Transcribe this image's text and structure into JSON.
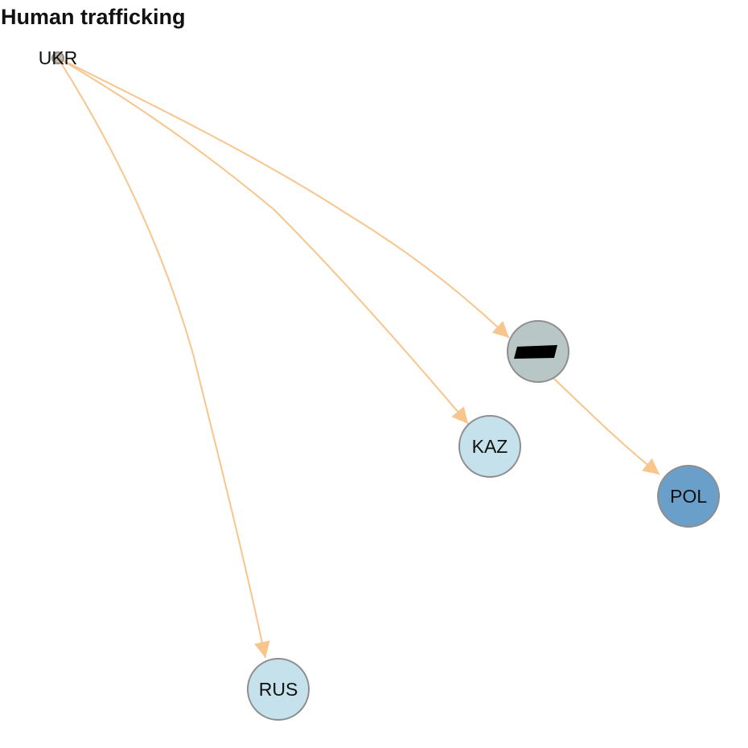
{
  "title": "Human trafficking",
  "colors": {
    "edge": "#F8C58C",
    "node_stroke": "#8E8E8E",
    "node_light": "#C4E1EC",
    "node_dark": "#6A9FC9",
    "node_grey": "#B8C6C5",
    "node_origin": "#C8B8A8",
    "redaction": "#000000"
  },
  "nodes": [
    {
      "id": "UKR",
      "label": "UKR",
      "color": "node_origin"
    },
    {
      "id": "RED",
      "label": "",
      "color": "node_grey",
      "redacted": true
    },
    {
      "id": "KAZ",
      "label": "KAZ",
      "color": "node_light"
    },
    {
      "id": "POL",
      "label": "POL",
      "color": "node_dark"
    },
    {
      "id": "RUS",
      "label": "RUS",
      "color": "node_light"
    }
  ],
  "edges": [
    {
      "from": "UKR",
      "to": "RED"
    },
    {
      "from": "RED",
      "to": "POL"
    },
    {
      "from": "UKR",
      "to": "KAZ"
    },
    {
      "from": "UKR",
      "to": "RUS"
    }
  ]
}
